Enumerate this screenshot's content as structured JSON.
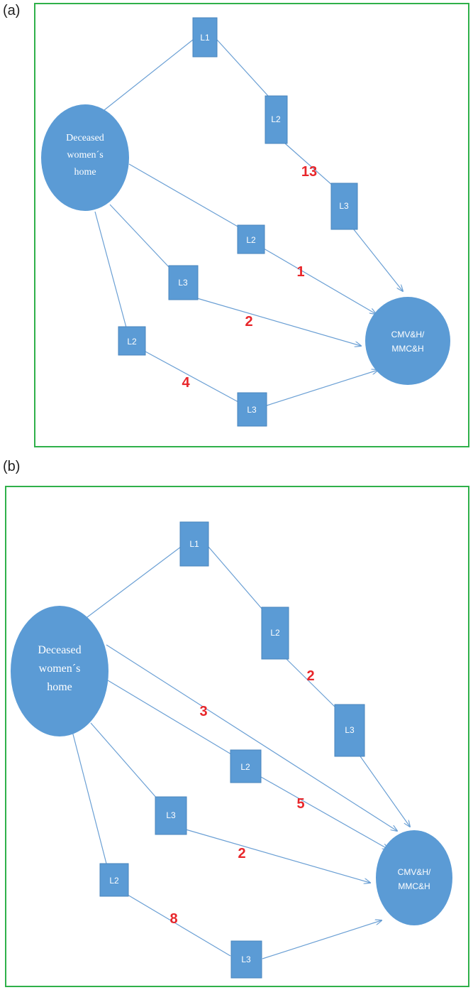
{
  "panel_a": {
    "label": "(a)",
    "source": {
      "line1": "Deceased",
      "line2": "women´s",
      "line3": "home"
    },
    "target": {
      "line1": "CMV&H/",
      "line2": "MMC&H"
    },
    "boxes": [
      "L1",
      "L2",
      "L3",
      "L2",
      "L3",
      "L2",
      "L3"
    ],
    "counts": [
      "13",
      "1",
      "2",
      "4"
    ]
  },
  "panel_b": {
    "label": "(b)",
    "source": {
      "line1": "Deceased",
      "line2": "women´s",
      "line3": "home"
    },
    "target": {
      "line1": "CMV&H/",
      "line2": "MMC&H"
    },
    "boxes": [
      "L1",
      "L2",
      "L3",
      "L2",
      "L3",
      "L2",
      "L3"
    ],
    "counts": [
      "2",
      "3",
      "5",
      "2",
      "8"
    ]
  },
  "colors": {
    "node": "#5b9bd5",
    "edge": "#6a9fd4",
    "count": "#e8262a",
    "frame": "#2fb04a"
  }
}
